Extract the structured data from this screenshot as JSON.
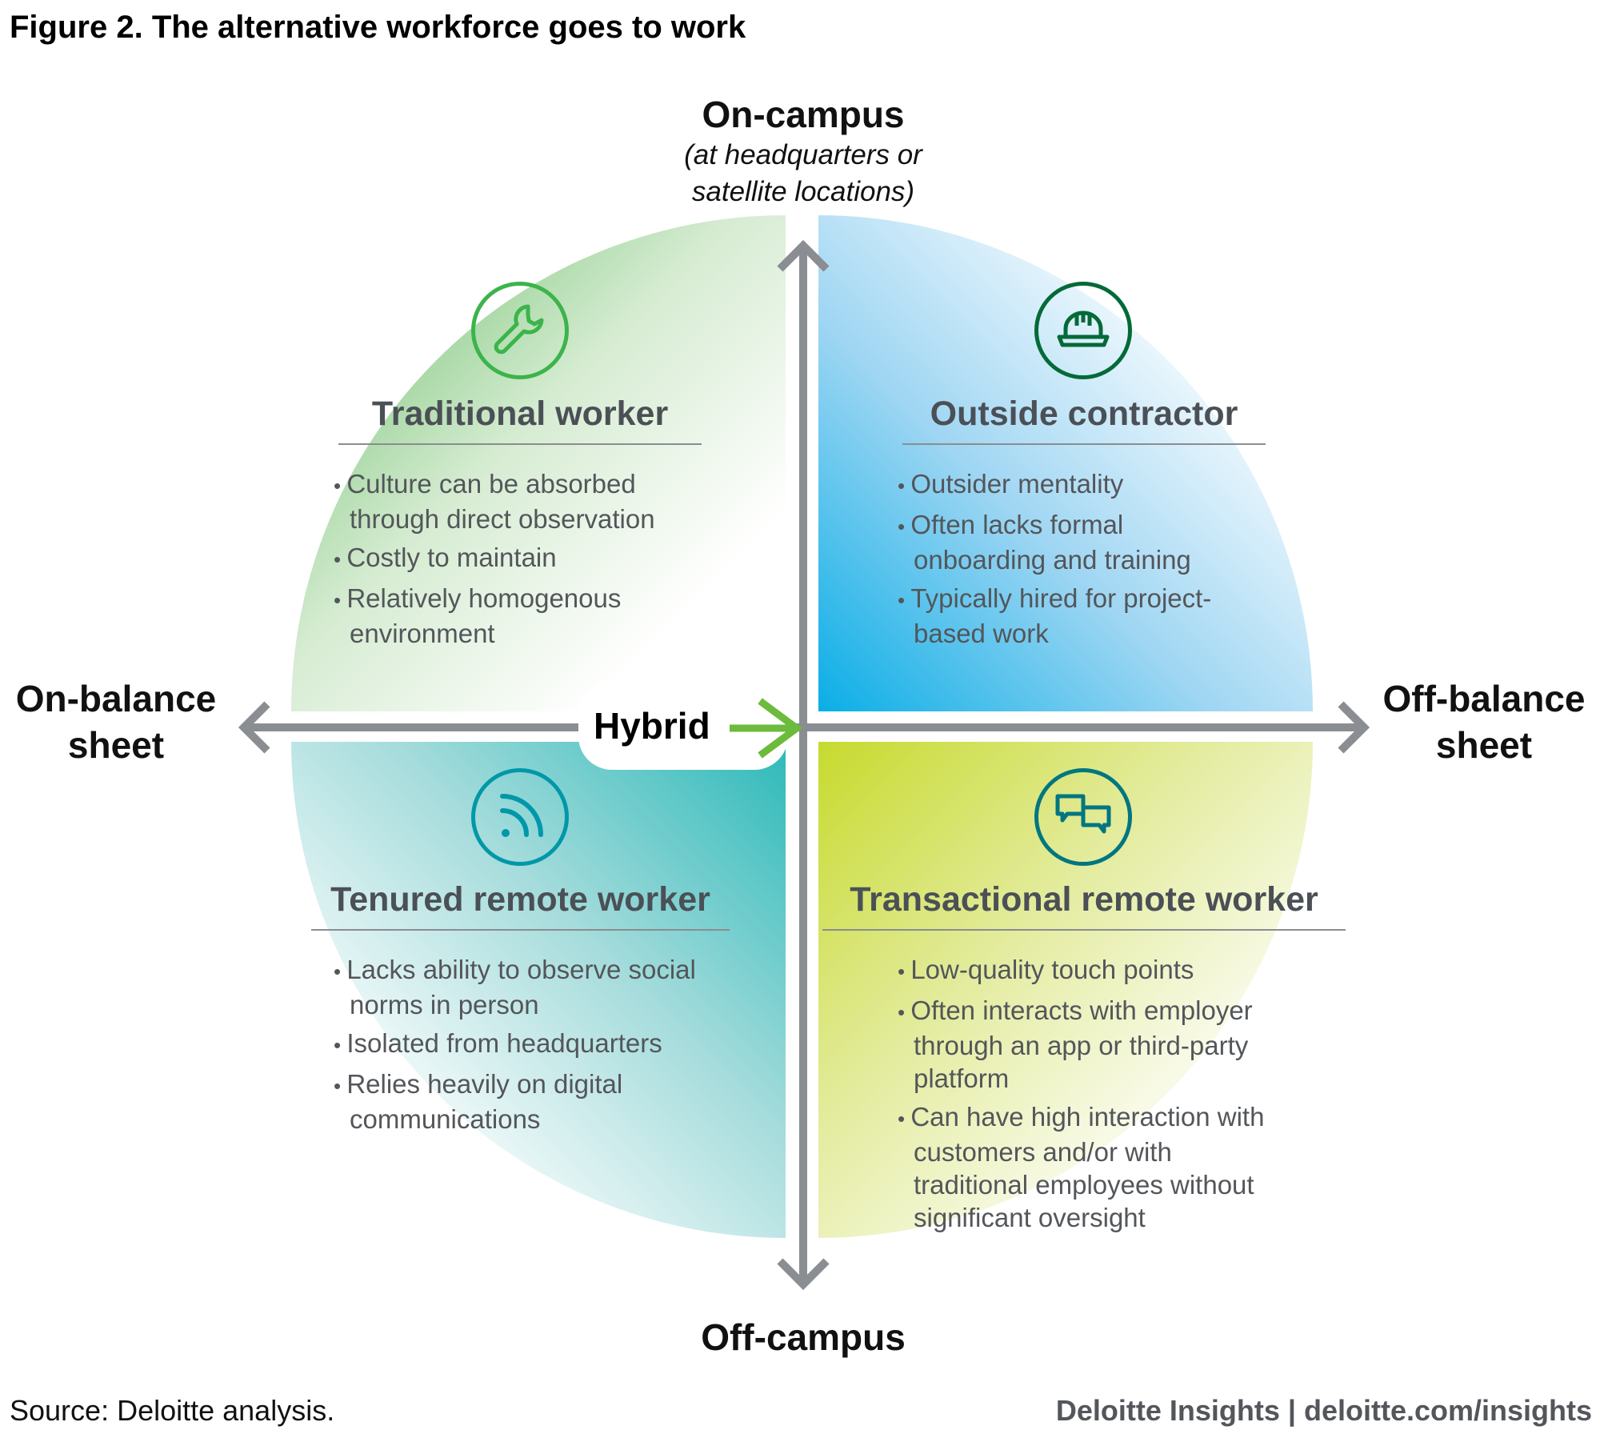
{
  "title": "Figure 2. The alternative workforce goes to work",
  "axes": {
    "top": {
      "label": "On-campus",
      "sub1": "(at headquarters or",
      "sub2": "satellite locations)"
    },
    "bottom": {
      "label": "Off-campus"
    },
    "left": {
      "line1": "On-balance",
      "line2": "sheet"
    },
    "right": {
      "line1": "Off-balance",
      "line2": "sheet"
    },
    "center": {
      "label": "Hybrid"
    }
  },
  "quadrants": [
    {
      "title": "Traditional worker",
      "icon": "wrench-icon",
      "color": "#3cb44b",
      "bullets": [
        "Culture can be absorbed through direct observation",
        "Costly to maintain",
        "Relatively homogenous environment"
      ]
    },
    {
      "title": "Outside contractor",
      "icon": "hard-hat-icon",
      "color": "#046a38",
      "bullets": [
        "Outsider mentality",
        "Often lacks formal onboarding and training",
        "Typically hired for project-based work"
      ]
    },
    {
      "title": "Tenured remote worker",
      "icon": "wifi-signal-icon",
      "color": "#0097a9",
      "bullets": [
        "Lacks ability to observe social norms in person",
        "Isolated from headquarters",
        "Relies heavily on digital communications"
      ]
    },
    {
      "title": "Transactional remote worker",
      "icon": "chat-bubbles-icon",
      "color": "#007680",
      "bullets": [
        "Low-quality touch points",
        "Often interacts with employer through an app or third-party platform",
        "Can have high interaction with customers and/or with traditional employees without significant oversight"
      ]
    }
  ],
  "footer": {
    "source": "Source: Deloitte analysis.",
    "credit": "Deloitte Insights | deloitte.com/insights"
  },
  "colors": {
    "axis": "#8a8d91",
    "hybrid_arrow": "#6cbb3c"
  }
}
